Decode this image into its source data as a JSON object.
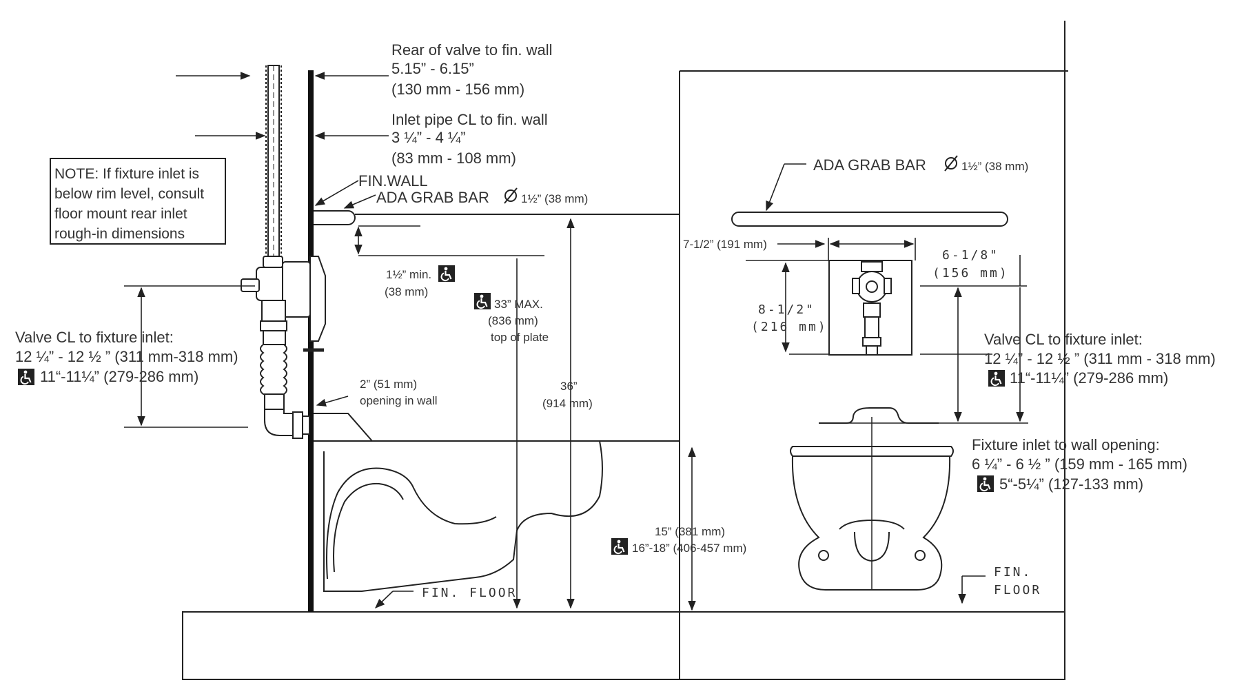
{
  "labels": {
    "rear_valve_title": "Rear of valve to fin. wall",
    "rear_valve_in": "5.15” - 6.15”",
    "rear_valve_mm": "(130 mm - 156 mm)",
    "inlet_pipe_title": "Inlet pipe CL to fin. wall",
    "inlet_pipe_in": "3 ¼” - 4 ¼”",
    "inlet_pipe_mm": "(83 mm - 108 mm)",
    "fin_wall": "FIN.WALL",
    "grab_bar_left": "ADA GRAB BAR",
    "grab_bar_right": "ADA GRAB BAR",
    "grab_bar_size": "1½” (38 mm)",
    "note_line1": "NOTE: If fixture inlet is",
    "note_line2": "below rim level, consult",
    "note_line3": "floor mount rear inlet",
    "note_line4": "rough-in dimensions",
    "min_clear": "1½” min.",
    "min_clear_mm": "(38 mm)",
    "max_plate": "33” MAX.",
    "max_plate_mm": "(836 mm)",
    "max_plate_note": "top of plate",
    "height_36": "36”",
    "height_36_mm": "(914 mm)",
    "valve_cl_title": "Valve CL to fixture inlet:",
    "valve_cl_left": "12 ¼” - 12 ½ ” (311 mm-318 mm)",
    "valve_cl_left_ada": "11“-11¼” (279-286 mm)",
    "valve_cl_right": "12 ¼” - 12 ½ ” (311 mm - 318 mm)",
    "valve_cl_right_ada": "11“-11¼” (279-286 mm)",
    "opening_size": "2” (51 mm)",
    "opening_note": "opening in wall",
    "fin_floor": "FIN. FLOOR",
    "fin_floor_r1": "FIN.",
    "fin_floor_r2": "FLOOR",
    "rim_height": "15” (381 mm)",
    "rim_height_ada": "16”-18” (406-457 mm)",
    "offset_191": "7-1/2” (191 mm)",
    "width_156_in": "6-1/8\"",
    "width_156_mm": "(156 mm)",
    "height_216_in": "8-1/2\"",
    "height_216_mm": "(216 mm)",
    "fixture_inlet_title": "Fixture inlet to wall opening:",
    "fixture_inlet_in": "6 ¼” - 6 ½ ” (159 mm - 165 mm)",
    "fixture_inlet_ada": "5“-5¼” (127-133 mm)"
  },
  "icons": {
    "accessibility": "wheelchair-icon",
    "diameter": "diameter-symbol-icon"
  },
  "colors": {
    "line": "#333333",
    "background": "#ffffff"
  }
}
